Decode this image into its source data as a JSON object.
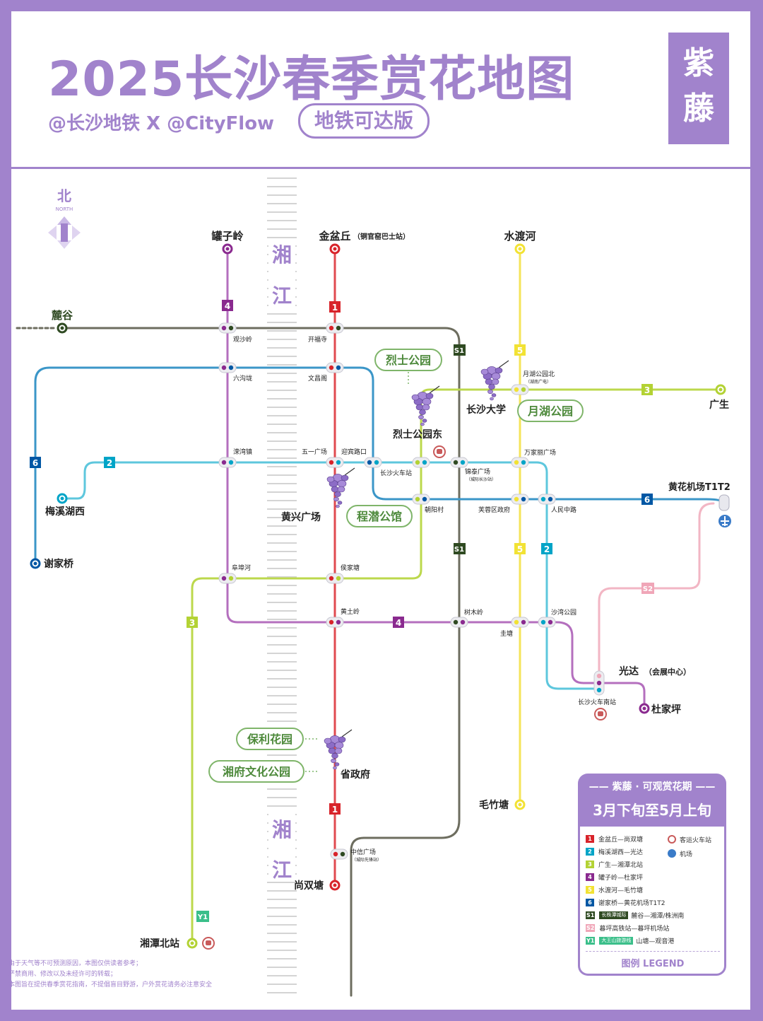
{
  "header": {
    "title": "2025长沙春季赏花地图",
    "subtitle": "@长沙地铁 X @CityFlow",
    "edition_badge": "地铁可达版",
    "flower_char_1": "紫",
    "flower_char_2": "藤"
  },
  "compass": {
    "label_cn": "北",
    "label_en": "NORTH"
  },
  "river": {
    "char_1": "湘",
    "char_2": "江"
  },
  "line_numbers": {
    "l1": "1",
    "l2": "2",
    "l3": "3",
    "l4": "4",
    "l5": "5",
    "l6": "6",
    "s1": "S1",
    "s2": "S2",
    "y1": "Y1"
  },
  "stations": {
    "guanziling": "罐子岭",
    "jinpenqiu": "金盆丘",
    "jinpenqiu_note": "（铜官窑巴士站）",
    "shuiduhe": "水渡河",
    "ligu": "麓谷",
    "guanshaling": "观沙岭",
    "kaifusi": "开福寺",
    "liugoulong": "六沟垅",
    "wenchangge": "文昌阁",
    "yuehugongyuanbei": "月湖公园北",
    "yuehugongyuanbei_note": "（湖南广电）",
    "changshadaxue": "长沙大学",
    "guangsheng": "广生",
    "lieshigongyuandong": "烈士公园东",
    "rongwanzhen": "溁湾镇",
    "wuyiguangchang": "五一广场",
    "yingbinlukou": "迎宾路口",
    "changshahuochezhan": "长沙火车站",
    "jintaiguangchang": "锦泰广场",
    "jintaiguangchang_note": "（城际长沙站）",
    "wanjialiguangchang": "万家丽广场",
    "meixihuxi": "梅溪湖西",
    "huangxingguangchang": "黄兴广场",
    "chaoyangcun": "朝阳村",
    "furongquzhengfu": "芙蓉区政府",
    "renminzhonglu": "人民中路",
    "huanghuajichang": "黄花机场T1T2",
    "xiejiaqiao": "谢家桥",
    "fubuhe": "阜埠河",
    "houjiatang": "侯家塘",
    "huangtuling": "黄土岭",
    "shumuling": "树木岭",
    "guitang": "圭塘",
    "shawangongyuan": "沙湾公园",
    "guangda": "光达",
    "guangda_note": "（会展中心）",
    "changshahuochenanzhan": "长沙火车南站",
    "dujiaping": "杜家坪",
    "shengzhengfu": "省政府",
    "maozhutang": "毛竹塘",
    "zhongxinguangchang": "中信广场",
    "zhongxinguangchang_note": "（城际先锋站）",
    "shangshuangtang": "尚双塘",
    "xiangtanbeizhan": "湘潭北站"
  },
  "parks": {
    "lieshigongyuan": "烈士公园",
    "yuehugongyuan": "月湖公园",
    "chengqiangongguan": "程潜公馆",
    "baolihuayuan": "保利花园",
    "xiangfuwenhuagongyuan": "湘府文化公园"
  },
  "legend": {
    "period_title": "—— 紫藤 · 可观赏花期 ——",
    "period_value": "3月下旬至5月上旬",
    "lines": [
      {
        "num": "1",
        "color": "#d8232a",
        "text": "金盆丘—尚双塘",
        "tag": ""
      },
      {
        "num": "2",
        "color": "#00a4c7",
        "text": "梅溪湖西—光达",
        "tag": ""
      },
      {
        "num": "3",
        "color": "#b3d234",
        "text": "广生—湘潭北站",
        "tag": ""
      },
      {
        "num": "4",
        "color": "#8a2a8f",
        "text": "罐子岭—杜家坪",
        "tag": ""
      },
      {
        "num": "5",
        "color": "#f2e234",
        "text": "水渡河—毛竹塘",
        "tag": ""
      },
      {
        "num": "6",
        "color": "#0057a4",
        "text": "谢家桥—黄花机场T1T2",
        "tag": ""
      },
      {
        "num": "S1",
        "color": "#2f4a22",
        "text": "麓谷—湘潭/株洲南",
        "tag": "长株潭城际"
      },
      {
        "num": "S2",
        "color": "#f0a6b8",
        "text": "暮坪高铁站—暮坪机场站",
        "tag": ""
      },
      {
        "num": "Y1",
        "color": "#3bbf8a",
        "text": "山塘—观音港",
        "tag": "大王山旅游线"
      }
    ],
    "icons": [
      {
        "name": "railway-station-icon",
        "text": "客运火车站",
        "color": "#c95a5a"
      },
      {
        "name": "airport-icon",
        "text": "机场",
        "color": "#3a7bc8"
      }
    ],
    "footer": "图例 LEGEND"
  },
  "disclaimer": {
    "line1": "由于天气等不可预测原因，本图仅供读者参考；",
    "line2": "严禁商用、修改以及未经许可的转载；",
    "line3": "本图旨在提供春季赏花指南，不提倡盲目野游，户外赏花请务必注意安全"
  },
  "colors": {
    "accent": "#a183cc",
    "line1": "#d8232a",
    "line2": "#00a4c7",
    "line3": "#b3d234",
    "line4": "#8a2a8f",
    "line5": "#f2e234",
    "line6": "#0057a4",
    "s1": "#2f4a22",
    "s2": "#f0a6b8",
    "y1": "#3bbf8a",
    "park": "#4e8a3c"
  }
}
